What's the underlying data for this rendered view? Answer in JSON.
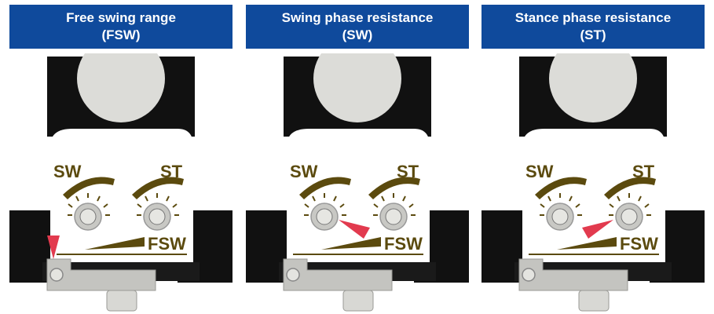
{
  "panels": [
    {
      "title": "Free swing range",
      "abbr": "(FSW)",
      "labels": {
        "sw": "SW",
        "st": "ST",
        "fsw": "FSW"
      },
      "pointer_target": "fsw-adjuster"
    },
    {
      "title": "Swing phase resistance",
      "abbr": "(SW)",
      "labels": {
        "sw": "SW",
        "st": "ST",
        "fsw": "FSW"
      },
      "pointer_target": "sw-knob"
    },
    {
      "title": "Stance phase resistance",
      "abbr": "(ST)",
      "labels": {
        "sw": "SW",
        "st": "ST",
        "fsw": "FSW"
      },
      "pointer_target": "st-knob"
    }
  ],
  "colors": {
    "header_bg": "#0f4a9c",
    "label_olive": "#5b4a0e",
    "pointer_red": "#e23a4e"
  }
}
